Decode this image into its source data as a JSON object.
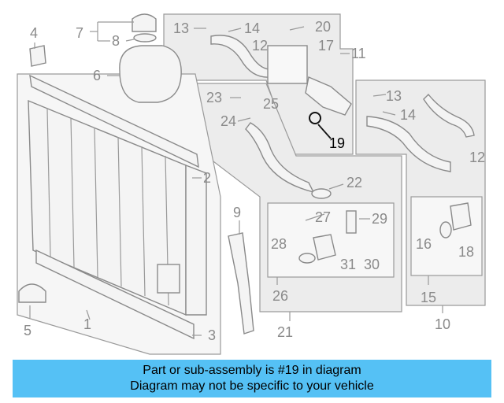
{
  "callouts": {
    "c1": "1",
    "c2": "2",
    "c3": "3",
    "c4": "4",
    "c5": "5",
    "c6": "6",
    "c7": "7",
    "c8": "8",
    "c9": "9",
    "c10": "10",
    "c11": "11",
    "c12a": "12",
    "c12b": "12",
    "c13a": "13",
    "c13b": "13",
    "c14a": "14",
    "c14b": "14",
    "c15": "15",
    "c16": "16",
    "c17": "17",
    "c18": "18",
    "c19": "19",
    "c20": "20",
    "c21": "21",
    "c22": "22",
    "c23": "23",
    "c24": "24",
    "c25": "25",
    "c26": "26",
    "c27": "27",
    "c28": "28",
    "c29": "29",
    "c30": "30",
    "c31": "31"
  },
  "banner": {
    "line1": "Part or sub-assembly is #19 in diagram",
    "line2": "Diagram may not be specific to your vehicle"
  },
  "colors": {
    "banner_bg": "#55c1f5",
    "highlight": "#000000",
    "muted": "#8a8a8a"
  }
}
